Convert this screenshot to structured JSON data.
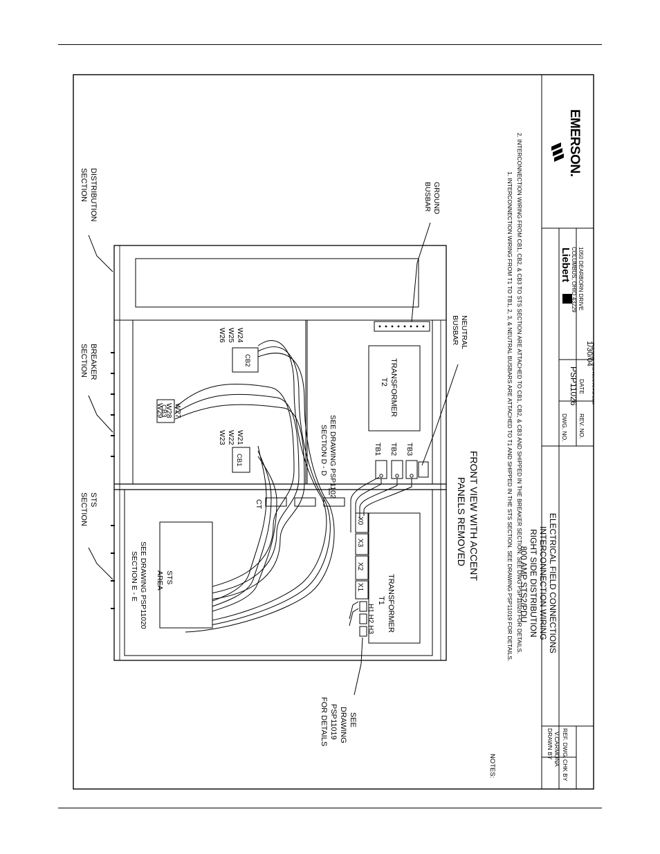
{
  "labels": {
    "distribution": [
      "DISTRIBUTION",
      "SECTION"
    ],
    "breaker": [
      "BREAKER",
      "SECTION"
    ],
    "sts": [
      "STS",
      "SECTION"
    ],
    "ground": [
      "GROUND",
      "BUSBAR"
    ],
    "neutral": [
      "NEUTRAL",
      "BUSBAR"
    ],
    "see_psp11019": [
      "SEE",
      "DRAWING",
      "PSP11019",
      "FOR DETAILS"
    ],
    "ct": "CT",
    "see_psp11020_dd": [
      "SEE DRAWING PSP11020",
      "SECTION D - D"
    ],
    "transformer_t1": [
      "TRANSFORMER",
      "T1"
    ],
    "transformer_t2": [
      "TRANSFORMER",
      "T2"
    ],
    "sts_area": [
      "STS",
      "AREA",
      "SEE DRAWING PSP11020",
      "SECTION E - E"
    ],
    "cb1": "CB1",
    "cb2": "CB2",
    "cb3": "CB3",
    "cb1_wires": [
      "W21",
      "W22",
      "W23"
    ],
    "cb2_wires": [
      "W24",
      "W25",
      "W26"
    ],
    "cb3_wires": [
      "W27",
      "W28",
      "W29"
    ],
    "tb1": "TB1",
    "tb2": "TB2",
    "tb3": "TB3",
    "h_terminals": "H1 H2 H3",
    "x_terminals": [
      "X1",
      "X2",
      "X3",
      "X0"
    ],
    "front_view": [
      "FRONT VIEW WITH ACCENT",
      "PANELS REMOVED"
    ]
  },
  "notes": {
    "heading": "NOTES:",
    "items": [
      "1. INTERCONNECTION WIRING FROM T1 TO TB1, 2, 3, & NEUTRAL BUSBARS ARE ATTACHED TO T1 AND SHIPPED IN THE STS SECTION. SEE DRAWING PSP11019 FOR DETAILS.",
      "2. INTERCONNECTION WIRING FROM CB1, CB2, & CB3 TO STS SECTION ARE ATTACHED TO CB1, CB2, & CB3 AND SHIPPED IN THE BREAKER SECTION. SEE DWG PSP11020 FOR DETAILS."
    ]
  },
  "title_block": {
    "drawn_by_label": "DRAWN BY",
    "drawn_by": "V.CARMONA",
    "chk_by_label": "CHK BY",
    "ref_dwg_label": "REF. DWG.",
    "title": [
      "ELECTRICAL FIELD CONNECTIONS",
      "INTERCONNECTION WIRING",
      "RIGHT SIDE DISTRIBUTION",
      "800 AMP STS2/PDU"
    ],
    "dwg_no_label": "DWG. NO.",
    "dwg_no": "PSP11026",
    "rev_no_label": "REV. NO.",
    "date_label": "DATE",
    "date": "1/30/04",
    "file_name": "FILE NAME:  STS2-PDU-E-FC-PSP11026",
    "liebert_logo": "Liebert",
    "liebert_address": [
      "1050 DEARBORN DRIVE",
      "COLUMBUS, OHIO 43229"
    ],
    "emerson_logo": "EMERSON."
  }
}
